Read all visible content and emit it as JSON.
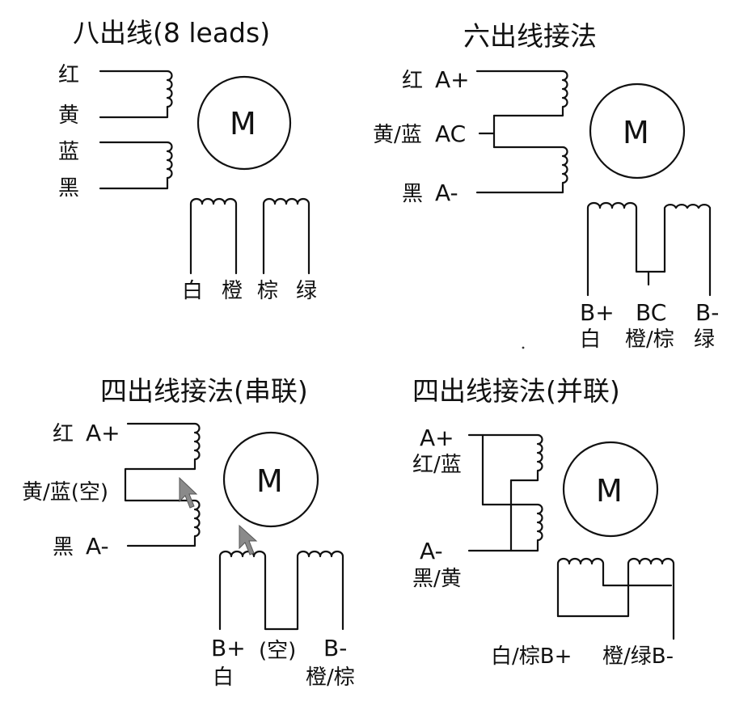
{
  "quadrants": {
    "eight_lead": {
      "title": "八出线(8 leads)",
      "motor": "M",
      "leads": [
        "红",
        "黄",
        "蓝",
        "黑"
      ],
      "bottom_leads": [
        "白",
        "橙",
        "棕",
        "绿"
      ]
    },
    "six_lead": {
      "title": "六出线接法",
      "motor": "M",
      "left": [
        {
          "color": "红",
          "signal": "A+"
        },
        {
          "color": "黄/蓝",
          "signal": "AC"
        },
        {
          "color": "黑",
          "signal": "A-"
        }
      ],
      "bottom": [
        {
          "signal": "B+",
          "color": "白"
        },
        {
          "signal": "BC",
          "color": "橙/棕"
        },
        {
          "signal": "B-",
          "color": "绿"
        }
      ]
    },
    "four_series": {
      "title": "四出线接法(串联)",
      "motor": "M",
      "left": [
        {
          "color": "红",
          "signal": "A+"
        },
        {
          "color": "黄/蓝(空)",
          "signal": ""
        },
        {
          "color": "黑",
          "signal": "A-"
        }
      ],
      "bottom": [
        {
          "signal": "B+",
          "color": "白"
        },
        {
          "signal": "(空)",
          "color": ""
        },
        {
          "signal": "B-",
          "color": "橙/棕"
        }
      ]
    },
    "four_parallel": {
      "title": "四出线接法(并联)",
      "motor": "M",
      "left": [
        {
          "signal": "A+",
          "color": "红/蓝"
        },
        {
          "signal": "A-",
          "color": "黑/黄"
        }
      ],
      "bottom": [
        "白/棕B+",
        "橙/绿B-"
      ]
    }
  },
  "icons": [
    "cursor-arrow-icon",
    "cursor-arrow-icon"
  ]
}
